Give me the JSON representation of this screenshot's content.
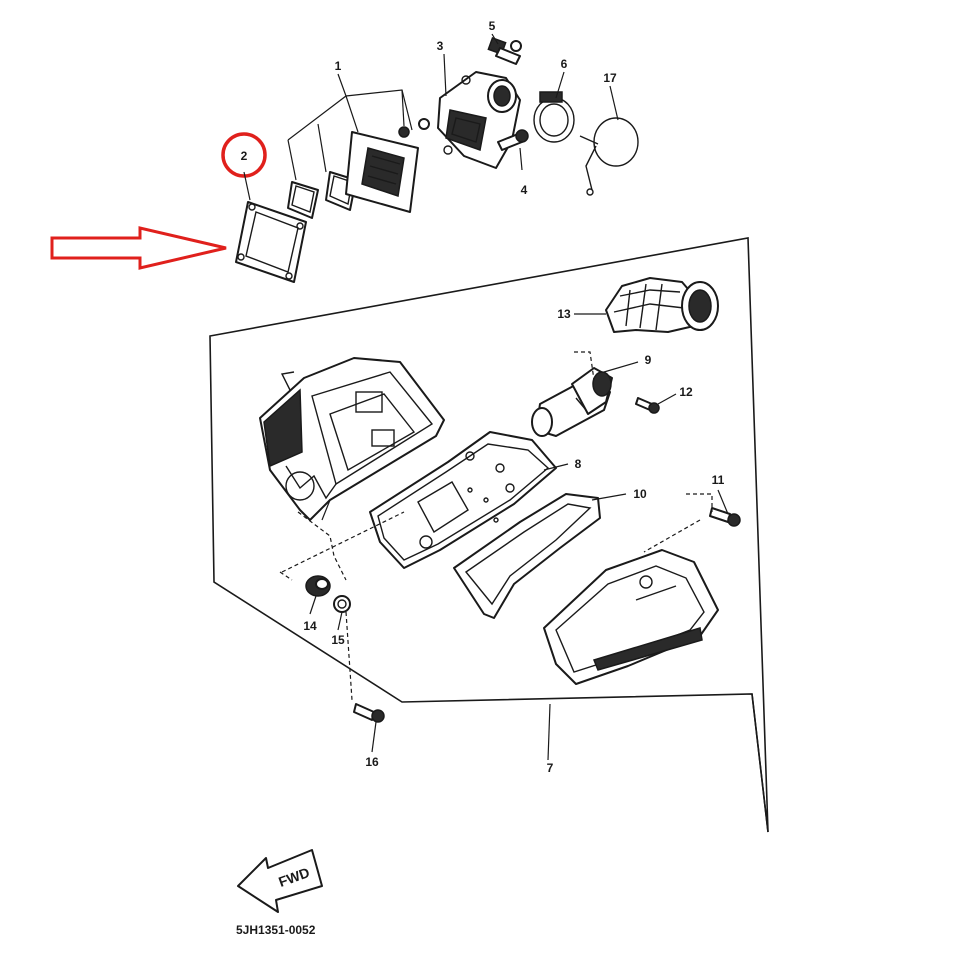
{
  "diagram": {
    "document_code": "5JH1351-0052",
    "forward_label": "FWD",
    "highlight_color": "#e0201c",
    "line_color": "#1a1a1a",
    "callouts": [
      {
        "id": "1",
        "label": "1"
      },
      {
        "id": "2",
        "label": "2"
      },
      {
        "id": "3",
        "label": "3"
      },
      {
        "id": "4",
        "label": "4"
      },
      {
        "id": "5",
        "label": "5"
      },
      {
        "id": "6",
        "label": "6"
      },
      {
        "id": "7",
        "label": "7"
      },
      {
        "id": "8",
        "label": "8"
      },
      {
        "id": "9",
        "label": "9"
      },
      {
        "id": "10",
        "label": "10"
      },
      {
        "id": "11",
        "label": "11"
      },
      {
        "id": "12",
        "label": "12"
      },
      {
        "id": "13",
        "label": "13"
      },
      {
        "id": "14",
        "label": "14"
      },
      {
        "id": "15",
        "label": "15"
      },
      {
        "id": "16",
        "label": "16"
      },
      {
        "id": "17",
        "label": "17"
      }
    ],
    "highlighted_part": "2"
  }
}
